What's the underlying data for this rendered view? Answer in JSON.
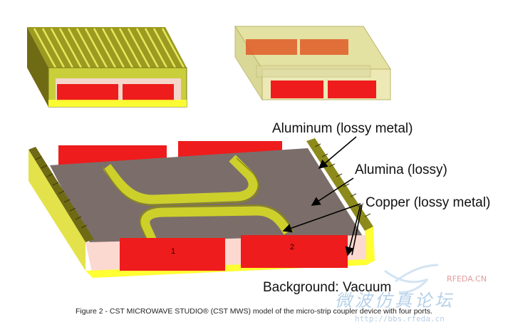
{
  "labels": {
    "aluminum": "Aluminum (lossy metal)",
    "alumina": "Alumina (lossy)",
    "copper": "Copper (lossy metal)",
    "background": "Background: Vacuum"
  },
  "port_numbers": [
    "1",
    "2"
  ],
  "caption": "Figure 2 - CST MICROWAVE STUDIO® (CST MWS) model of the micro-strip coupler device with four ports.",
  "watermark": {
    "site": "RFEDA.CN",
    "chinese": "微波仿真论坛",
    "url": "http://bbs.rfeda.cn"
  },
  "colors": {
    "aluminum": "#c9cf3a",
    "aluminum_dark": "#6f6a14",
    "alumina": "#7b6e6a",
    "copper_trace": "#cdd02a",
    "port": "#ee1c1c",
    "edge_yellow": "#ffff33",
    "vacuum": "#fbd8d0"
  }
}
